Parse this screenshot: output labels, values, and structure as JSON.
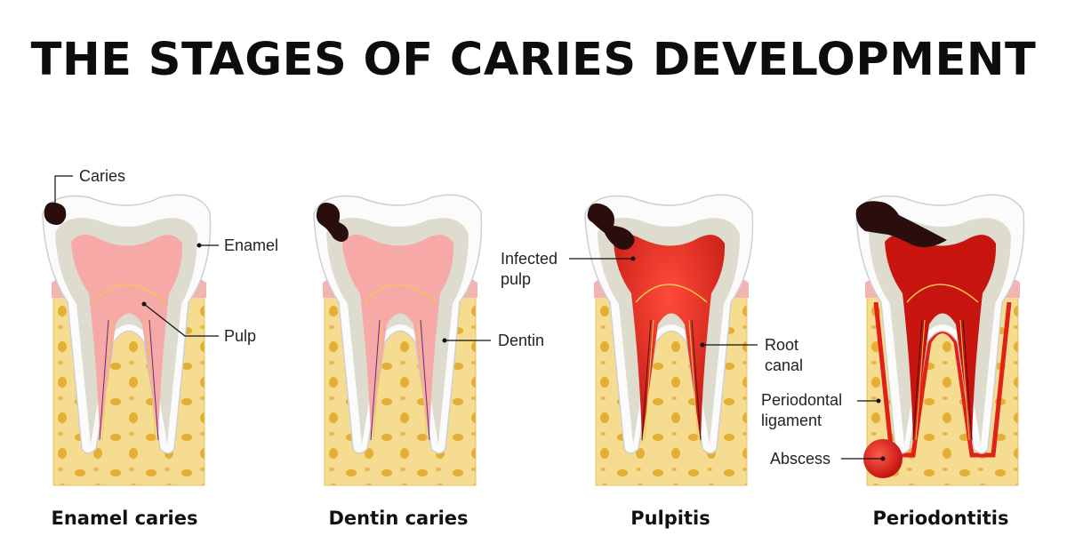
{
  "title": "THE STAGES OF CARIES DEVELOPMENT",
  "stages": [
    {
      "name": "Enamel caries"
    },
    {
      "name": "Dentin caries"
    },
    {
      "name": "Pulpitis"
    },
    {
      "name": "Periodontitis"
    }
  ],
  "callouts": {
    "caries": "Caries",
    "enamel": "Enamel",
    "pulp": "Pulp",
    "dentin": "Dentin",
    "infected_pulp_1": "Infected",
    "infected_pulp_2": "pulp",
    "root_canal_1": "Root",
    "root_canal_2": "canal",
    "periodontal_1": "Periodontal",
    "periodontal_2": "ligament",
    "abscess": "Abscess"
  },
  "colors": {
    "bone": "#f3d98a",
    "bone_spots": "#e2a92a",
    "gum": "#f2b3b3",
    "enamel": "#fbfbfb",
    "dentin": "#dedbcf",
    "pulp_healthy": "#f6a9a6",
    "pulp_infected": "#e0211a",
    "caries": "#2a0e0e",
    "abscess": "#e8241c"
  }
}
